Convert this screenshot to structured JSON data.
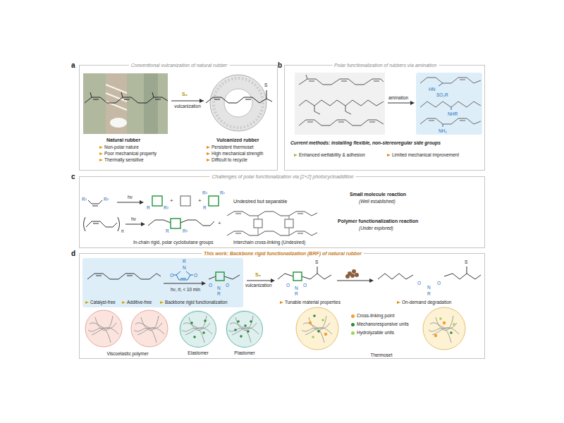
{
  "diagram": {
    "nodes": [
      {
        "text": [
          "Conventional vulcanization of natural rubber"
        ]
      },
      {
        "text": [
          "Natural rubber",
          "Non-polar nature",
          "Poor mechanical property",
          "Thermally sensitive"
        ],
        "in": 0
      },
      {
        "text": [
          "Vulcanized rubber",
          "Persistent thermoset",
          "High mechanical strength",
          "Difficult to recycle"
        ],
        "in": 0
      },
      {
        "text": [
          "Polar functionalization of rubbers via amination",
          "Current methods: installing flexible, non-stereoregular side groups",
          "Enhanced wettability & adhesion",
          "Limited mechanical improvement"
        ]
      },
      {
        "text": [
          "HN",
          "SO₂R",
          "NHR",
          "NH₂"
        ],
        "in": 3
      },
      {
        "text": [
          "Challenges of polar functionalization via [2+2] photocycloaddition",
          "Undesired but separable",
          "Small molecule reaction",
          "(Well established)",
          "Polymer functionalization reaction",
          "(Under explored)",
          "In-chain rigid, polar cyclobutane groups",
          "Interchain cross-linking (Undesired)"
        ]
      },
      {
        "text": [
          "This work: Backbone rigid functionalization (BRF) of natural rubber",
          "Tunable material properties",
          "On-demand degradation",
          "Viscoelastic polymer",
          "Thermoset"
        ]
      },
      {
        "text": [
          "hν, rt, < 10 min",
          "Catalyst-free",
          "Additive-free",
          "Backbone rigid functionalization"
        ],
        "in": 6
      },
      {
        "text": [
          "Elastomer"
        ],
        "in": 6
      },
      {
        "text": [
          "Plastomer"
        ],
        "in": 6
      }
    ],
    "edges": [
      {
        "from": 1,
        "to": 2,
        "arrow": "to",
        "label": "vulcanization"
      }
    ],
    "labels": [
      "a",
      "b",
      "c",
      "d",
      "S₈",
      "S",
      "amination",
      "R¹",
      "R²",
      "hν",
      "R",
      "R²",
      "+",
      "+",
      "R²",
      "R¹",
      "R",
      "n",
      "hν",
      "R",
      "R²",
      "+",
      "R",
      "N",
      "O",
      "O",
      "O",
      "N",
      "O",
      "R",
      "S₈",
      "vulcanization",
      "O",
      "N",
      "O",
      "R",
      "S",
      "O",
      "N",
      "O",
      "R",
      "S"
    ],
    "legend": [
      {
        "text": "Cross-linking point",
        "color": "#f0a030"
      },
      {
        "text": "Mechanoresponsive units",
        "color": "#2e8b3d"
      },
      {
        "text": "Hydrolyzable units",
        "color": "#9ad35a"
      }
    ]
  }
}
